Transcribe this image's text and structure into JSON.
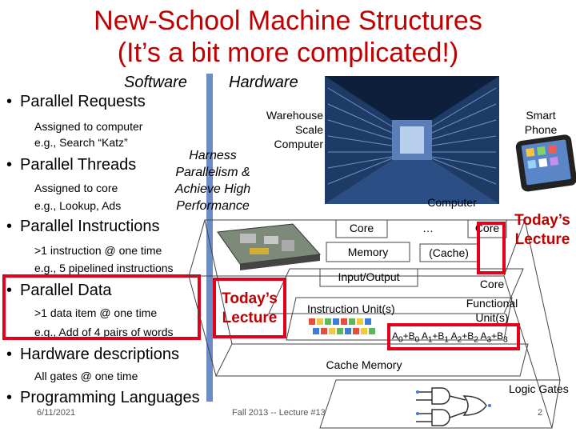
{
  "title": {
    "line1": "New-School Machine Structures",
    "line2": "(It’s a bit more complicated!)"
  },
  "labels": {
    "software": "Software",
    "hardware": "Hardware",
    "harness": [
      "Harness",
      "Parallelism &",
      "Achieve High",
      "Performance"
    ],
    "warehouse": [
      "Warehouse",
      "Scale",
      "Computer"
    ],
    "smart_phone": [
      "Smart",
      "Phone"
    ],
    "computer": "Computer",
    "core_left": "Core",
    "ellipsis": "…",
    "core_right": "Core",
    "memory": "Memory",
    "cache": "(Cache)",
    "input_output": "Input/Output",
    "core_mid": "Core",
    "instruction_unit": "Instruction Unit(s)",
    "functional_unit": [
      "Functional",
      "Unit(s)"
    ],
    "add_expr": "A0+B0 A1+B1 A2+B2 A3+B3",
    "cache_memory": "Cache Memory",
    "logic_gates": "Logic Gates",
    "todays_lecture_mid": [
      "Today’s",
      "Lecture"
    ],
    "todays_lecture_right": [
      "Today’s",
      "Lecture"
    ]
  },
  "bullets": [
    {
      "title": "Parallel Requests",
      "subs": [
        "Assigned to computer",
        "e.g., Search “Katz”"
      ]
    },
    {
      "title": "Parallel Threads",
      "subs": [
        "Assigned to core",
        "e.g., Lookup, Ads"
      ]
    },
    {
      "title": "Parallel Instructions",
      "subs": [
        ">1 instruction @ one time",
        "e.g., 5 pipelined instructions"
      ]
    },
    {
      "title": "Parallel Data",
      "subs": [
        ">1 data item @ one time",
        "e.g., Add of 4 pairs of words"
      ]
    },
    {
      "title": "Hardware descriptions",
      "subs": [
        "All gates @ one time"
      ]
    },
    {
      "title": "Programming Languages",
      "subs": []
    }
  ],
  "footer": {
    "date": "6/11/2021",
    "course": "Fall 2013 -- Lecture #13",
    "page": "2"
  },
  "colors": {
    "title": "#c00000",
    "highlight_box": "#e0001a",
    "divider": "#6b8cc7"
  }
}
